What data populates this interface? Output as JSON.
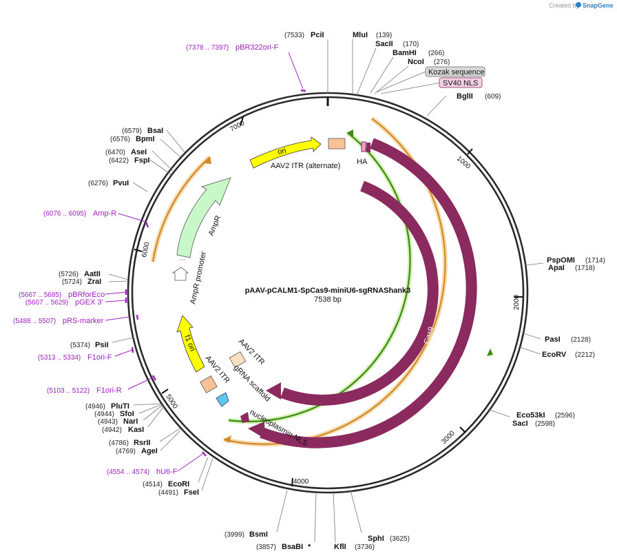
{
  "credit": {
    "prefix": "Created by",
    "brand": "SnapGene"
  },
  "plasmid": {
    "name": "pAAV-pCALM1-SpCas9-miniU6-sgRNAShank3",
    "size": "7538 bp"
  },
  "ticks": [
    "1000",
    "2000",
    "3000",
    "4000",
    "5000",
    "6000",
    "7000"
  ],
  "sites": {
    "pcii": {
      "pos": "(7533)",
      "name": "PciI"
    },
    "mlui": {
      "pos": "(139)",
      "name": "MluI"
    },
    "sacii": {
      "pos": "(170)",
      "name": "SacII"
    },
    "bamhi": {
      "pos": "(266)",
      "name": "BamHI"
    },
    "ncoi": {
      "pos": "(276)",
      "name": "NcoI"
    },
    "bglii": {
      "pos": "(609)",
      "name": "BglII"
    },
    "pspomi": {
      "pos": "(1714)",
      "name": "PspOMI"
    },
    "apai": {
      "pos": "(1718)",
      "name": "ApaI"
    },
    "pasi": {
      "pos": "(2128)",
      "name": "PasI"
    },
    "ecorv": {
      "pos": "(2212)",
      "name": "EcoRV"
    },
    "eco53ki": {
      "pos": "(2596)",
      "name": "Eco53kI"
    },
    "saci": {
      "pos": "(2598)",
      "name": "SacI"
    },
    "sphi": {
      "pos": "(3625)",
      "name": "SphI"
    },
    "kfli": {
      "pos": "(3736)",
      "name": "KflI"
    },
    "bsabi": {
      "pos": "(3857)",
      "name": "BsaBI",
      "mark": "*"
    },
    "bsmi": {
      "pos": "(3999)",
      "name": "BsmI"
    },
    "ecori": {
      "pos": "(4514)",
      "name": "EcoRI"
    },
    "fsei": {
      "pos": "(4491)",
      "name": "FseI"
    },
    "agei": {
      "pos": "(4769)",
      "name": "AgeI"
    },
    "rsrii": {
      "pos": "(4786)",
      "name": "RsrII"
    },
    "kasi": {
      "pos": "(4942)",
      "name": "KasI"
    },
    "nari": {
      "pos": "(4943)",
      "name": "NarI"
    },
    "sfoi": {
      "pos": "(4944)",
      "name": "SfoI"
    },
    "pluti": {
      "pos": "(4946)",
      "name": "PluTI"
    },
    "psii": {
      "pos": "(5374)",
      "name": "PsiI"
    },
    "zrai": {
      "pos": "(5724)",
      "name": "ZraI"
    },
    "aatii": {
      "pos": "(5726)",
      "name": "AatII"
    },
    "pvui": {
      "pos": "(6276)",
      "name": "PvuI"
    },
    "fspi": {
      "pos": "(6422)",
      "name": "FspI"
    },
    "asei": {
      "pos": "(6470)",
      "name": "AseI"
    },
    "bpmi": {
      "pos": "(6576)",
      "name": "BpmI"
    },
    "bsai": {
      "pos": "(6579)",
      "name": "BsaI"
    }
  },
  "primers": {
    "pbr322": {
      "range": "(7378 .. 7397)",
      "name": "pBR322ori-F"
    },
    "ampr": {
      "range": "(6076 .. 6095)",
      "name": "Amp-R"
    },
    "pbrforeco": {
      "range": "(5667 .. 5685)",
      "name": "pBRforEco"
    },
    "pgex": {
      "range": "(5607 .. 5629)",
      "name": "pGEX 3'"
    },
    "prs": {
      "range": "(5488 .. 5507)",
      "name": "pRS-marker"
    },
    "f1orif": {
      "range": "(5313 .. 5334)",
      "name": "F1ori-F"
    },
    "f1orir": {
      "range": "(5103 .. 5122)",
      "name": "F1ori-R"
    },
    "hu6": {
      "range": "(4554 .. 4574)",
      "name": "hU6-F"
    }
  },
  "features": {
    "kozak": "Kozak sequence",
    "sv40": "SV40 NLS",
    "ori": "ori",
    "itr_alt": "AAV2 ITR (alternate)",
    "ha": "HA",
    "ampr": "AmpR",
    "ampr_promoter": "AmpR promoter",
    "f1ori": "f1 ori",
    "itr1": "AAV2 ITR",
    "itr2": "AAV2 ITR",
    "grna": "gRNA scaffold",
    "npnls": "nucleoplasmin NLS",
    "cas9_a": "Cas9",
    "cas9_b": "Cas9"
  },
  "colors": {
    "backbone": "#2a2a2a",
    "cas9": "#8a2a5e",
    "ori": "#ffff00",
    "ampr": "#c8f7c8",
    "itr": "#f8c294",
    "grna": "#5bc8f0",
    "orange_band": "#f3b45a",
    "green_band": "#5fb82a",
    "primer": "#a020c0"
  }
}
